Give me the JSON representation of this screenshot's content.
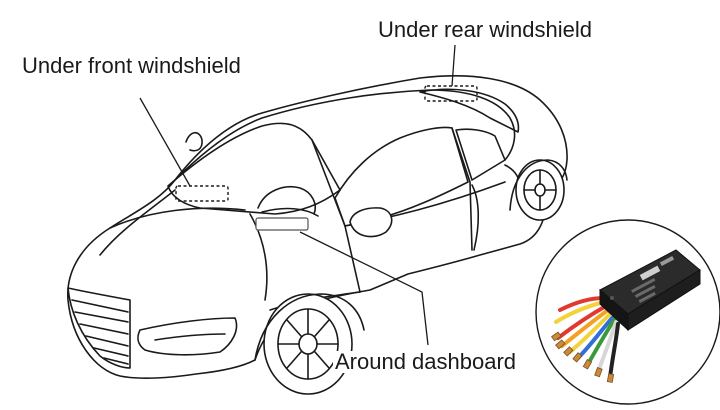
{
  "labels": {
    "front": "Under front windshield",
    "rear": "Under rear windshield",
    "dashboard": "Around dashboard"
  },
  "colors": {
    "line": "#1a1a1a",
    "device_body": "#1e1e1e",
    "wires": [
      "#e03a2f",
      "#f2a124",
      "#f4d23c",
      "#2f6fd6",
      "#3a9a3a",
      "#d7d7d7",
      "#222222"
    ]
  },
  "icons": {
    "car": "sports-car-line-drawing",
    "device": "gps-tracker-device"
  }
}
